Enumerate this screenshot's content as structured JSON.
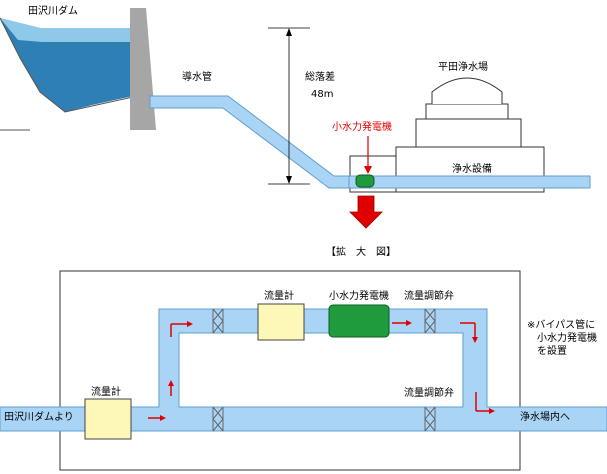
{
  "overview": {
    "dam_label": "田沢川ダム",
    "intake_pipe_label": "導水管",
    "head_label": "総落差",
    "head_value": "48m",
    "plant_label": "平田浄水場",
    "generator_label": "小水力発電機",
    "facility_label": "浄水設備"
  },
  "detail": {
    "title": "【拡　大　図】",
    "inlet_label": "田沢川ダムより",
    "outlet_label": "浄水場内へ",
    "flowmeter_main_label": "流量計",
    "flowmeter_bypass_label": "流量計",
    "generator_label": "小水力発電機",
    "valve_top_label": "流量調節弁",
    "valve_bottom_label": "流量調節弁",
    "note_lines": [
      "※バイパス管に",
      "小水力発電機",
      "を設置"
    ]
  },
  "colors": {
    "water": "#a9d4f5",
    "water_edge": "#5e9fd0",
    "arrow": "#e00000",
    "flowmeter_fill": "#fdf8b8",
    "generator_fill": "#1f9a3c"
  }
}
